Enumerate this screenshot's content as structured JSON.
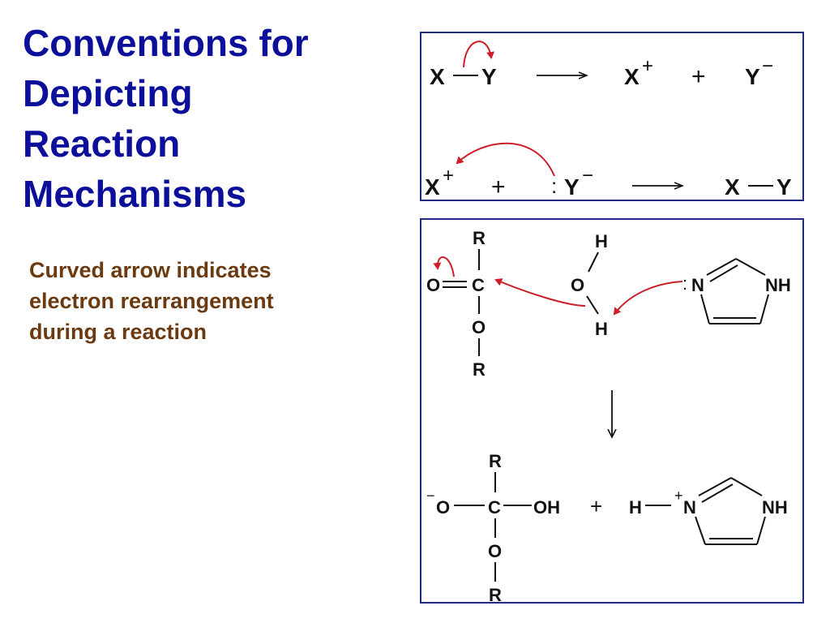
{
  "title_lines": [
    "Conventions for",
    "Depicting",
    "Reaction",
    "Mechanisms"
  ],
  "subtitle_lines": [
    "Curved arrow indicates",
    "electron rearrangement",
    "during a reaction"
  ],
  "colors": {
    "title": "#0b0f9a",
    "subtitle": "#6b3a10",
    "arrow": "#cc1f2a",
    "border": "#232a86",
    "text": "#111111"
  },
  "panel1": {
    "r1": {
      "x": "X",
      "y": "Y",
      "xp": "X",
      "plus_sup": "+",
      "plus": "+",
      "ym": "Y",
      "minus_sup": "−"
    },
    "r2": {
      "xp": "X",
      "plus_sup": "+",
      "plus": "+",
      "lp": ":",
      "ym": "Y",
      "minus_sup": "−",
      "x": "X",
      "y": "Y"
    }
  },
  "panel2": {
    "ester": {
      "r_top": "R",
      "o_left": "O",
      "c": "C",
      "o_bottom": "O",
      "r_bottom": "R"
    },
    "water": {
      "h_top": "H",
      "o": "O",
      "h_bottom": "H"
    },
    "imidazole": {
      "lp": ":",
      "n": "N",
      "nh": "NH"
    },
    "product": {
      "r_top": "R",
      "minus_sup": "−",
      "o_left": "O",
      "c": "C",
      "oh": "OH",
      "o_bottom": "O",
      "r_bottom": "R",
      "plus": "+",
      "h": "H",
      "plus_sup": "+",
      "n": "N",
      "nh": "NH"
    }
  }
}
